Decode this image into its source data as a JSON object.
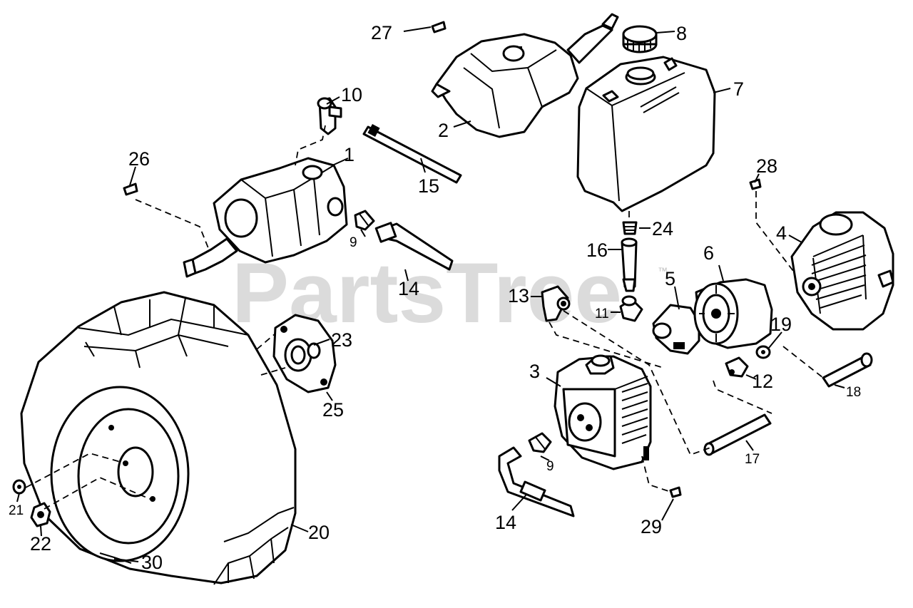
{
  "watermark": {
    "text": "PartsTree",
    "trademark": "™"
  },
  "callouts": {
    "c1": "1",
    "c2": "2",
    "c3": "3",
    "c4": "4",
    "c5": "5",
    "c6": "6",
    "c7": "7",
    "c8": "8",
    "c9a": "9",
    "c9b": "9",
    "c10": "10",
    "c11": "11",
    "c12": "12",
    "c13": "13",
    "c14a": "14",
    "c14b": "14",
    "c15": "15",
    "c16": "16",
    "c17": "17",
    "c18": "18",
    "c19": "19",
    "c20": "20",
    "c21": "21",
    "c22": "22",
    "c23": "23",
    "c24": "24",
    "c25": "25",
    "c26": "26",
    "c27": "27",
    "c28": "28",
    "c29": "29",
    "c30": "30"
  }
}
